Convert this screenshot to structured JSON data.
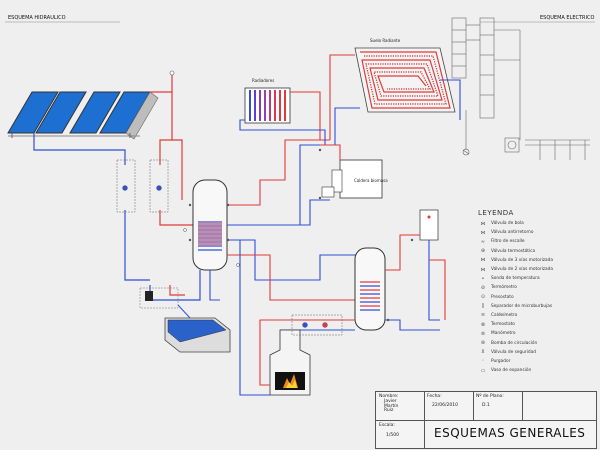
{
  "headers": {
    "left": "ESQUEMA HIDRAULICO",
    "right": "ESQUEMA ELECTRICO"
  },
  "labels": {
    "suelo_radiante": "Suelo Radiante",
    "radiadores": "Radiadores",
    "caldera": "Caldera\nbiomasa"
  },
  "legend": {
    "title": "LEYENDA",
    "items": [
      {
        "symbol": "⋈",
        "label": "Válvula de bola"
      },
      {
        "symbol": "⋈",
        "label": "Válvula antirretorno"
      },
      {
        "symbol": "≈",
        "label": "Filtro de escalle"
      },
      {
        "symbol": "⊕",
        "label": "Válvula termostática"
      },
      {
        "symbol": "⋈",
        "label": "Válvula de 3 vías motorizada"
      },
      {
        "symbol": "⋈",
        "label": "Válvula de 2 vías motorizada"
      },
      {
        "symbol": "•",
        "label": "Sonda de temperatura"
      },
      {
        "symbol": "⊘",
        "label": "Termómetro"
      },
      {
        "symbol": "⊙",
        "label": "Presostato"
      },
      {
        "symbol": "∥",
        "label": "Separador de microburbujas"
      },
      {
        "symbol": "≋",
        "label": "Caldeímetro"
      },
      {
        "symbol": "⊗",
        "label": "Termostato"
      },
      {
        "symbol": "⊚",
        "label": "Manómetro"
      },
      {
        "symbol": "⊛",
        "label": "Bomba de circulación"
      },
      {
        "symbol": "⊻",
        "label": "Válvula de seguridad"
      },
      {
        "symbol": "◦",
        "label": "Purgador"
      },
      {
        "symbol": "▭",
        "label": "Vaso de expansión"
      }
    ]
  },
  "title_block": {
    "nombre_label": "Nombre:",
    "nombre_value": "Javier\nMartín\nRuiz",
    "fecha_label": "Fecha:",
    "fecha_value": "22/06/2010",
    "plano_label": "Nº de Plano:",
    "plano_value": "D.1",
    "escala_label": "Escala:",
    "escala_value": "1/500",
    "title": "ESQUEMAS GENERALES"
  },
  "colors": {
    "hot": "#e23a3a",
    "cold": "#2f4fd6",
    "line": "#555555",
    "panel": "#1d6fd1"
  }
}
